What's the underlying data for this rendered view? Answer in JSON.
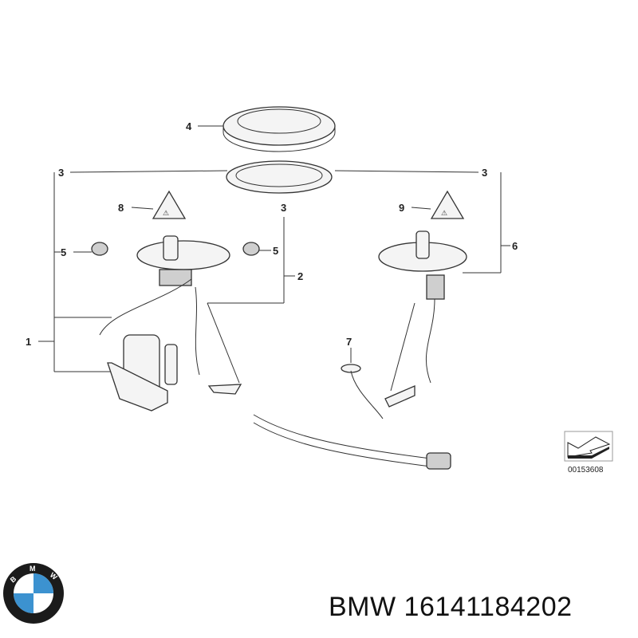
{
  "diagram": {
    "callouts": [
      "4",
      "3",
      "3",
      "8",
      "3",
      "9",
      "5",
      "5",
      "6",
      "2",
      "1",
      "7"
    ],
    "reference_code": "00153608"
  },
  "product": {
    "brand_logo": "BMW",
    "title": "BMW 16141184202"
  },
  "colors": {
    "logo_blue": "#3c92d0",
    "ink": "#222222"
  }
}
